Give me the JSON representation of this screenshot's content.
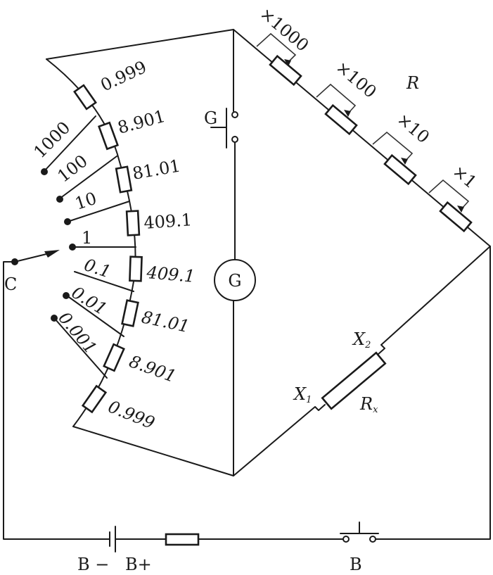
{
  "diagram": {
    "title": "Bridge circuit with ratio-arm resistors",
    "ratio_arm_upper": {
      "resistor_values": [
        "0.999",
        "8.901",
        "81.01",
        "409.1"
      ]
    },
    "ratio_arm_lower": {
      "resistor_values": [
        "409.1",
        "81.01",
        "8.901",
        "0.999"
      ]
    },
    "ratio_taps": [
      "1000",
      "100",
      "10",
      "1",
      "0.1",
      "0.01",
      "0.001"
    ],
    "selector_label": "C",
    "galvanometer_key_label": "G",
    "galvanometer_label": "G",
    "decade_arm": {
      "label": "R",
      "multipliers": [
        "×1000",
        "×100",
        "×10",
        "×1"
      ]
    },
    "unknown": {
      "label": "R",
      "label_sub": "x",
      "terminal1": "X",
      "terminal1_sub": "1",
      "terminal2": "X",
      "terminal2_sub": "2"
    },
    "battery_neg_label": "B −",
    "battery_pos_label": "B+",
    "battery_key_label": "B"
  }
}
